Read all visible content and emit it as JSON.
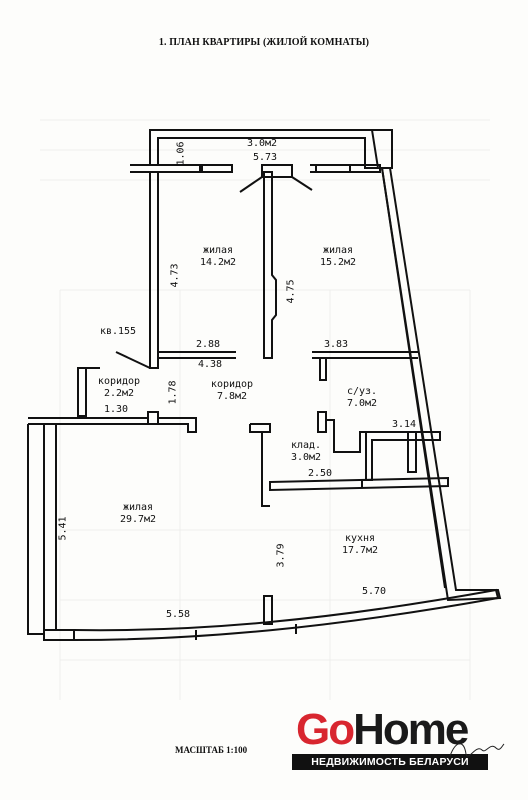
{
  "document": {
    "title": "1. ПЛАН КВАРТИРЫ (ЖИЛОЙ КОМНАТЫ)",
    "scale": "МАСШТАБ 1:100"
  },
  "apartment": {
    "number": "кв.155"
  },
  "rooms": {
    "balcony": {
      "area": "3.0м2"
    },
    "living1": {
      "name": "жилая",
      "area": "14.2м2"
    },
    "living2": {
      "name": "жилая",
      "area": "15.2м2"
    },
    "corridor_small": {
      "name": "коридор",
      "area": "2.2м2"
    },
    "corridor_main": {
      "name": "коридор",
      "area": "7.8м2"
    },
    "bathroom": {
      "name": "с/уз.",
      "area": "7.0м2"
    },
    "storage": {
      "name": "клад.",
      "area": "3.0м2"
    },
    "living3": {
      "name": "жилая",
      "area": "29.7м2"
    },
    "kitchen": {
      "name": "кухня",
      "area": "17.7м2"
    }
  },
  "dimensions": {
    "balcony_depth": "1.06",
    "balcony_width": "5.73",
    "living1_length": "4.73",
    "living2_length": "4.75",
    "corridor_top": "2.88",
    "corridor_width": "4.38",
    "bath_width": "3.83",
    "corridor_small_height": "1.78",
    "corridor_small_width": "1.30",
    "bath_side": "3.14",
    "storage_width": "2.50",
    "living3_height": "5.41",
    "kitchen_depth": "3.79",
    "living3_width": "5.58",
    "kitchen_width": "5.70"
  },
  "branding": {
    "logo_go": "Go",
    "logo_home": "Home",
    "logo_tagline": "НЕДВИЖИМОСТЬ БЕЛАРУСИ",
    "colors": {
      "go": "#d8262f",
      "home": "#1a1a1a",
      "bar": "#111111"
    }
  }
}
